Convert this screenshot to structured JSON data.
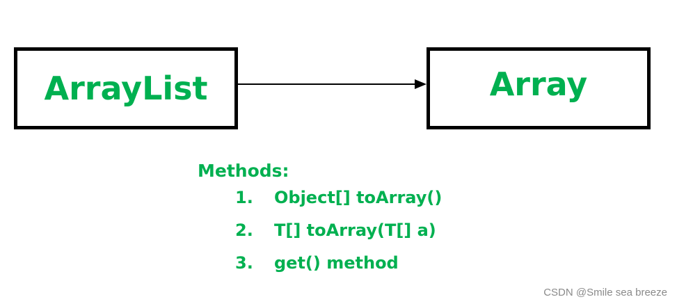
{
  "diagram": {
    "source_box": {
      "label": "ArrayList"
    },
    "target_box": {
      "label": "Array"
    },
    "methods": {
      "title": "Methods:",
      "items": [
        {
          "number": "1.",
          "text": "Object[] toArray()"
        },
        {
          "number": "2.",
          "text": "T[] toArray(T[] a)"
        },
        {
          "number": "3.",
          "text": "get() method"
        }
      ]
    },
    "colors": {
      "accent_green": "#00b050",
      "box_border": "#000000",
      "watermark": "#8a8a8a"
    }
  },
  "watermark": "CSDN @Smile sea breeze"
}
